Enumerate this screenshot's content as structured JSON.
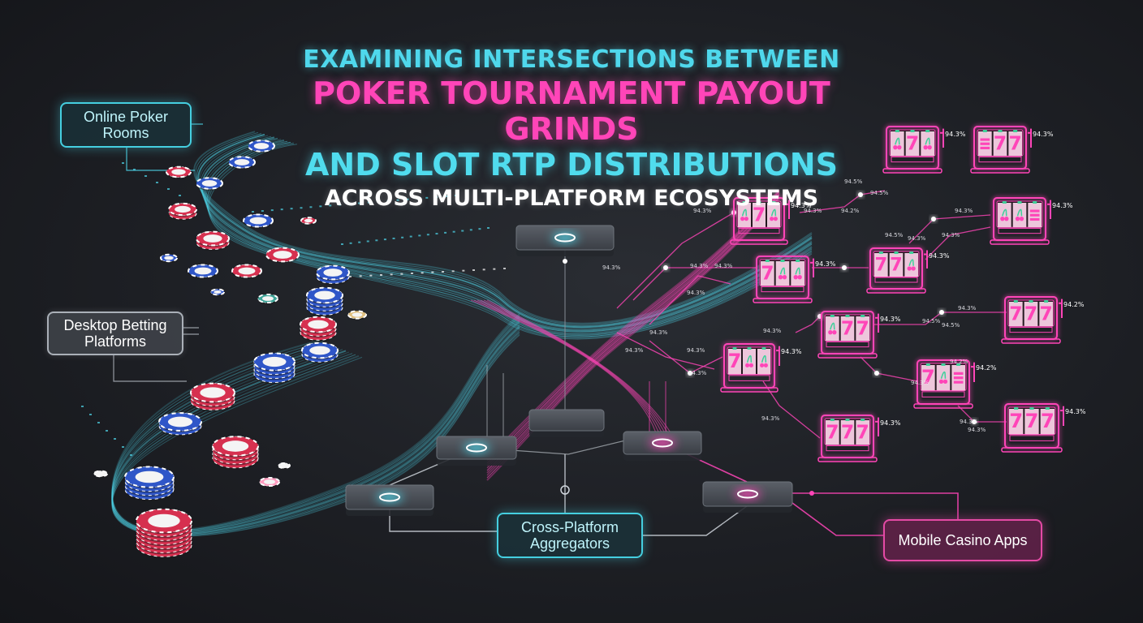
{
  "title": {
    "line1": "EXAMINING INTERSECTIONS BETWEEN",
    "line2": "POKER TOURNAMENT PAYOUT GRINDS",
    "line3": "AND SLOT RTP DISTRIBUTIONS",
    "line4": "ACROSS MULTI-PLATFORM ECOSYSTEMS"
  },
  "nodes": {
    "online_poker": "Online Poker\nRooms",
    "desktop": "Desktop Betting\nPlatforms",
    "aggregators": "Cross-Platform\nAggregators",
    "mobile": "Mobile Casino Apps"
  },
  "slots": [
    {
      "reels": [
        "cherry",
        "7",
        "cherry"
      ],
      "rtp": "94.3%"
    },
    {
      "reels": [
        "bar",
        "7",
        "7"
      ],
      "rtp": "94.3%"
    },
    {
      "reels": [
        "cherry",
        "7",
        "cherry"
      ],
      "rtp": "94.3%"
    },
    {
      "reels": [
        "cherry",
        "cherry",
        "bar"
      ],
      "rtp": "94.3%"
    },
    {
      "reels": [
        "7",
        "cherry",
        "cherry"
      ],
      "rtp": "94.3%"
    },
    {
      "reels": [
        "7",
        "7",
        "cherry"
      ],
      "rtp": "94.3%"
    },
    {
      "reels": [
        "cherry",
        "7",
        "7"
      ],
      "rtp": "94.3%"
    },
    {
      "reels": [
        "7",
        "7",
        "7"
      ],
      "rtp": "94.2%"
    },
    {
      "reels": [
        "7",
        "cherry",
        "cherry"
      ],
      "rtp": "94.3%"
    },
    {
      "reels": [
        "7",
        "cherry",
        "bar"
      ],
      "rtp": "94.2%"
    },
    {
      "reels": [
        "7",
        "7",
        "7"
      ],
      "rtp": "94.3%"
    },
    {
      "reels": [
        "7",
        "7",
        "7"
      ],
      "rtp": "94.3%"
    }
  ],
  "small_labels": [
    "94.5%",
    "94.5%",
    "94.2%",
    "94.3%",
    "94.3%",
    "94.3%",
    "94.5%",
    "94.3%",
    "94.3%",
    "94.3%",
    "94.3%",
    "94.3%",
    "94.3%",
    "94.5%",
    "94.5%",
    "94.3%",
    "94.3%",
    "94.3%",
    "94.3%",
    "94.3%",
    "94.3%",
    "94.3%",
    "94.3%",
    "94.2%",
    "94.3%",
    "94.3%"
  ],
  "colors": {
    "cyan": "#4fd8ec",
    "pink": "#ff45b8",
    "chip_red": "#d6304f",
    "chip_blue": "#2f56c8",
    "chip_white": "#f1f1f1",
    "background": "#1d1f24"
  }
}
